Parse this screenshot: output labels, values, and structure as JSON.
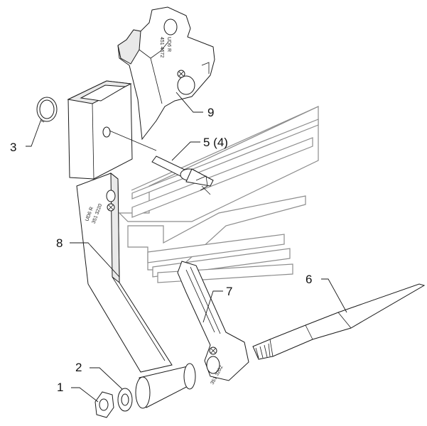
{
  "callouts": {
    "part_1": "1",
    "part_2": "2",
    "part_3": "3",
    "part_5": "5 (4)",
    "part_6": "6",
    "part_7": "7",
    "part_8": "8",
    "part_9": "9"
  },
  "stamps": {
    "part_9_line1": "UD6 R",
    "part_9_line2": "451 4672",
    "part_8_line1": "UD6 R",
    "part_8_line2": "351 3220",
    "part_7_line1": "351 3202"
  },
  "colors": {
    "line": "#1a1a1a",
    "watermark": "#8c8c8c",
    "background": "#ffffff"
  }
}
